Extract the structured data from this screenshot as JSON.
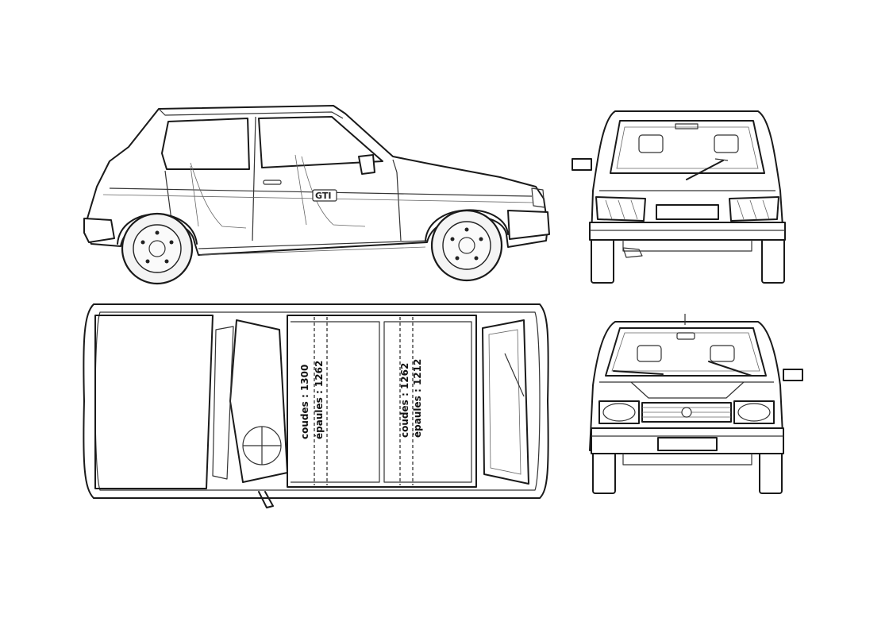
{
  "side_view": {
    "badge": "GTI"
  },
  "top_view": {
    "front_dimensions": {
      "coudes": "coudes : 1300",
      "epaules": "épaules : 1262"
    },
    "rear_dimensions": {
      "coudes": "coudes : 1262",
      "epaules": "épaules : 1212"
    }
  }
}
